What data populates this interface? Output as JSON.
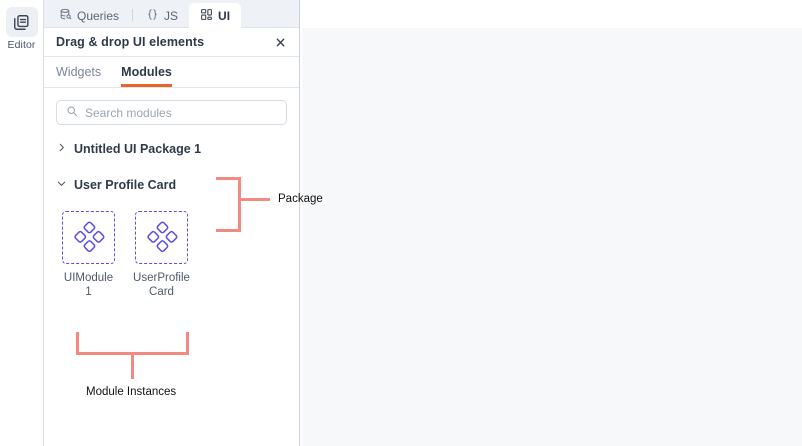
{
  "rail": {
    "items": [
      {
        "id": "editor",
        "label": "Editor",
        "icon": "copy-documents-icon",
        "active": true
      }
    ]
  },
  "top_tabs": [
    {
      "id": "queries",
      "label": "Queries",
      "icon": "database-search-icon",
      "active": false
    },
    {
      "id": "js",
      "label": "JS",
      "icon": "curly-braces-icon",
      "active": false
    },
    {
      "id": "ui",
      "label": "UI",
      "icon": "layout-grid-icon",
      "active": true
    }
  ],
  "panel": {
    "title": "Drag & drop UI elements",
    "close_icon": "close-icon",
    "subtabs": [
      {
        "id": "widgets",
        "label": "Widgets",
        "active": false
      },
      {
        "id": "modules",
        "label": "Modules",
        "active": true
      }
    ],
    "search": {
      "placeholder": "Search modules",
      "value": "",
      "icon": "search-icon"
    },
    "tree": [
      {
        "id": "untitled-ui-package-1",
        "label": "Untitled UI Package 1",
        "expanded": false,
        "chevron": "chevron-right-icon"
      },
      {
        "id": "user-profile-card",
        "label": "User Profile Card",
        "expanded": true,
        "chevron": "chevron-down-icon"
      }
    ],
    "modules": [
      {
        "id": "uimodule-1",
        "label": "UIModule 1",
        "icon": "four-diamonds-module-icon"
      },
      {
        "id": "userprofilecard",
        "label": "UserProfileCard",
        "icon": "four-diamonds-module-icon"
      }
    ]
  },
  "annotations": [
    {
      "id": "package",
      "label": "Package"
    },
    {
      "id": "module-instances",
      "label": "Module Instances"
    }
  ],
  "colors": {
    "accent_orange": "#e8622c",
    "module_purple": "#5b4ee6",
    "annotation_salmon": "#f18a80",
    "canvas_bg": "#f6f8fa",
    "tabbar_bg": "#eef1f5"
  }
}
